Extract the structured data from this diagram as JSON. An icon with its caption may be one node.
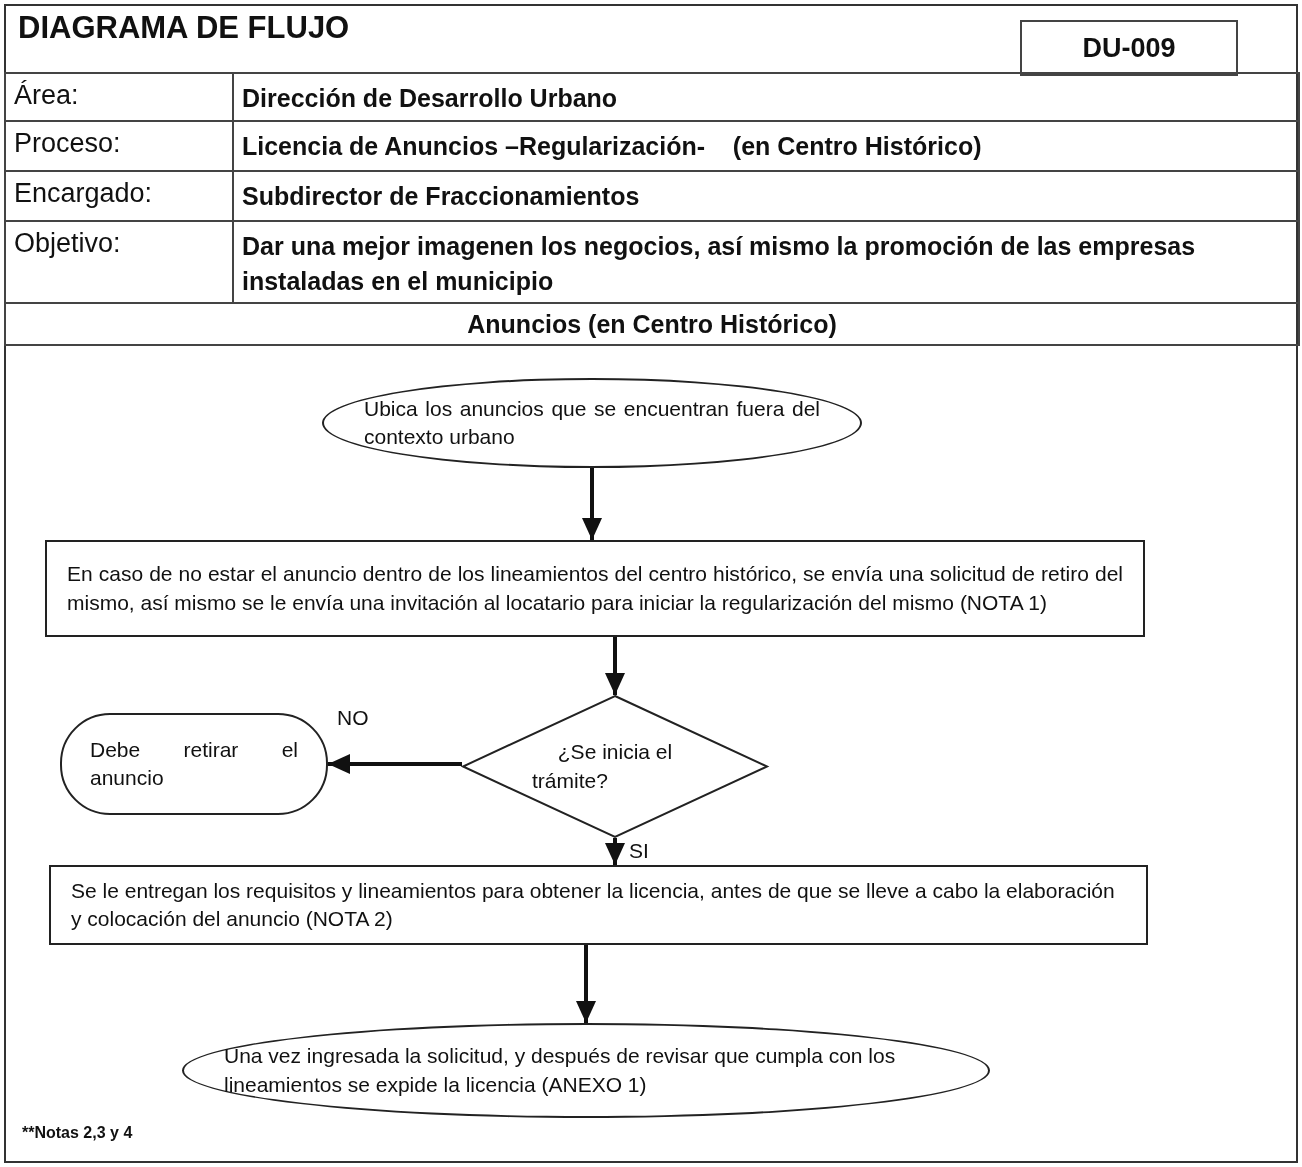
{
  "diagram": {
    "title": "DIAGRAMA DE FLUJO",
    "nodes": [
      {
        "text": [
          "Ubica los anuncios que se encuentran fuera del contexto urbano"
        ]
      },
      {
        "text": [
          "En caso de no estar el anuncio dentro de los lineamientos del centro histórico, se envía una solicitud de retiro del mismo, así mismo se le envía una invitación al locatario para iniciar la regularización del mismo (NOTA 1)"
        ]
      },
      {
        "text": [
          "¿Se inicia el trámite?"
        ]
      },
      {
        "text": [
          "Debe retirar el anuncio"
        ]
      },
      {
        "text": [
          "Se le entregan los requisitos y lineamientos para obtener la licencia, antes de que se lleve a cabo la elaboración y colocación del anuncio (NOTA 2)"
        ]
      },
      {
        "text": [
          "Una vez ingresada la solicitud, y después de revisar que cumpla con los lineamientos se expide la licencia (ANEXO 1)"
        ]
      }
    ],
    "edges": [
      {
        "from": 0,
        "to": 1,
        "arrow": "to"
      },
      {
        "from": 1,
        "to": 2,
        "arrow": "to"
      },
      {
        "from": 2,
        "to": 3,
        "arrow": "to",
        "label": "NO"
      },
      {
        "from": 2,
        "to": 4,
        "arrow": "to",
        "label": "SI"
      },
      {
        "from": 4,
        "to": 5,
        "arrow": "to"
      }
    ],
    "labels": [
      "DU-009",
      "Área:",
      "Dirección de Desarrollo Urbano",
      "Proceso:",
      "Licencia de Anuncios –Regularización-    (en Centro Histórico)",
      "Encargado:",
      "Subdirector de Fraccionamientos",
      "Objetivo:",
      "Dar una mejor imagenen los negocios, así mismo la promoción de las empresas instaladas en el municipio",
      "Anuncios (en Centro Histórico)",
      "**Notas 2,3 y 4"
    ]
  }
}
